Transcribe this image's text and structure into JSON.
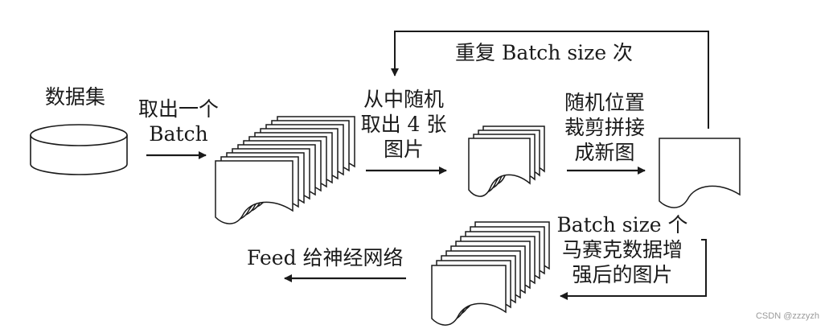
{
  "labels": {
    "dataset": "数据集",
    "take_batch_line1": "取出一个",
    "take_batch_line2": "Batch",
    "repeat": "重复 Batch size 次",
    "random4_line1": "从中随机",
    "random4_line2": "取出 4 张",
    "random4_line3": "图片",
    "crop_line1": "随机位置",
    "crop_line2": "裁剪拼接",
    "crop_line3": "成新图",
    "mosaic_line1": "Batch size 个",
    "mosaic_line2": "马赛克数据增",
    "mosaic_line3": "强后的图片",
    "feed": "Feed 给神经网络"
  },
  "watermark": "CSDN @zzzyzh",
  "colors": {
    "ink": "#1a1a1a",
    "watermark": "#9a9a9a",
    "background": "#ffffff"
  }
}
